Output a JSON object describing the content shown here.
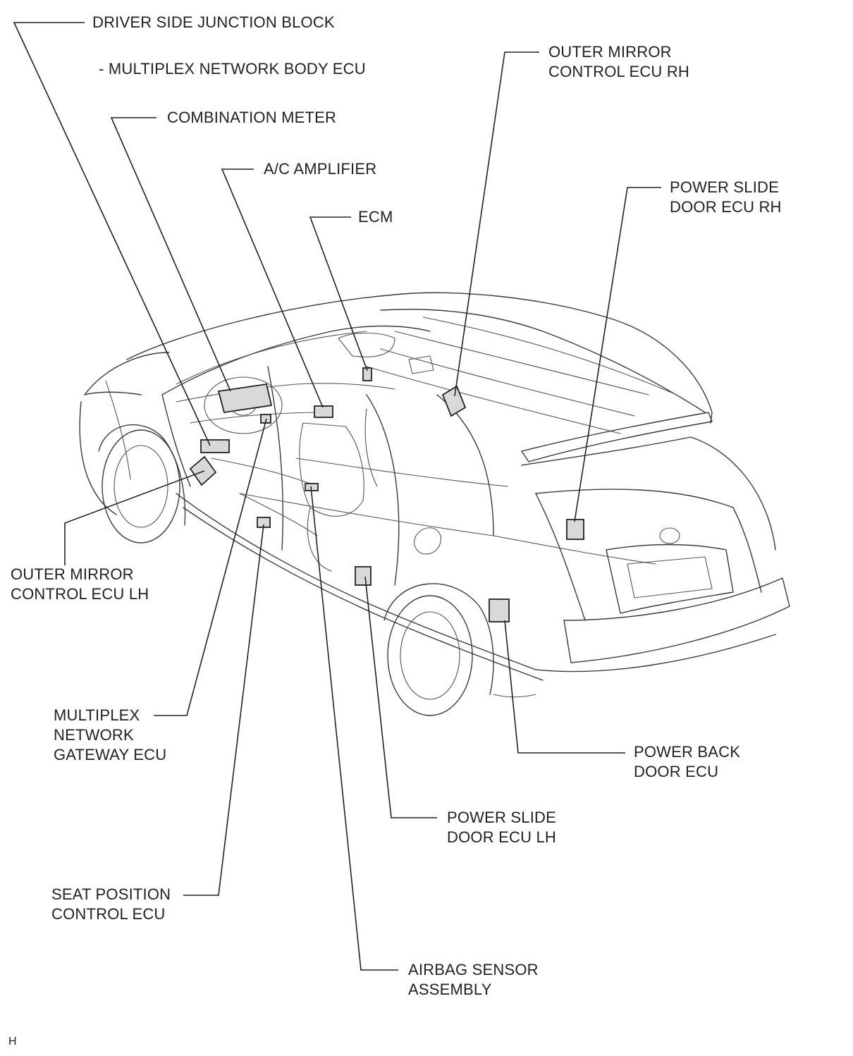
{
  "labels": {
    "driver_side_junction_block": "DRIVER SIDE JUNCTION BLOCK",
    "multiplex_network_body_ecu": "-  MULTIPLEX NETWORK BODY ECU",
    "combination_meter": "COMBINATION METER",
    "ac_amplifier": "A/C AMPLIFIER",
    "ecm": "ECM",
    "outer_mirror_rh": [
      "OUTER MIRROR",
      "CONTROL ECU RH"
    ],
    "power_slide_door_rh": [
      "POWER SLIDE",
      "DOOR ECU RH"
    ],
    "outer_mirror_lh": [
      "OUTER MIRROR",
      "CONTROL ECU LH"
    ],
    "multiplex_gateway": [
      "MULTIPLEX",
      "NETWORK",
      "GATEWAY ECU"
    ],
    "power_back_door": [
      "POWER BACK",
      "DOOR ECU"
    ],
    "power_slide_door_lh": [
      "POWER SLIDE",
      "DOOR ECU LH"
    ],
    "seat_position": [
      "SEAT POSITION",
      "CONTROL ECU"
    ],
    "airbag_sensor": [
      "AIRBAG SENSOR",
      "ASSEMBLY"
    ]
  },
  "footer_code": "H",
  "colors": {
    "line": "#222222",
    "vehicle_outline": "#3a3a3a",
    "background": "#ffffff"
  }
}
